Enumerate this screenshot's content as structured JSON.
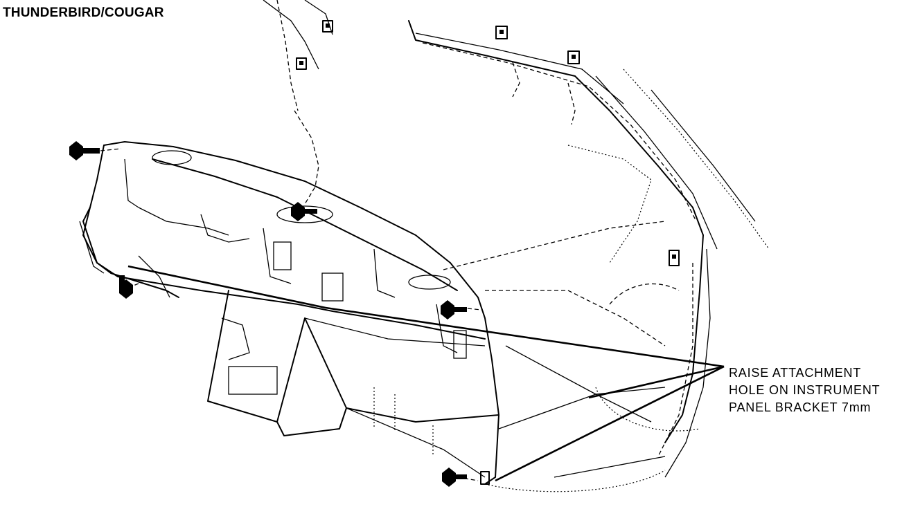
{
  "heading": "THUNDERBIRD/COUGAR",
  "callout": {
    "lines": [
      "RAISE ATTACHMENT",
      "HOLE ON INSTRUMENT",
      "PANEL BRACKET 7mm"
    ]
  },
  "corner_code": "",
  "icons": {
    "bolt": "hex-bolt-icon",
    "clip": "retainer-clip-icon"
  }
}
